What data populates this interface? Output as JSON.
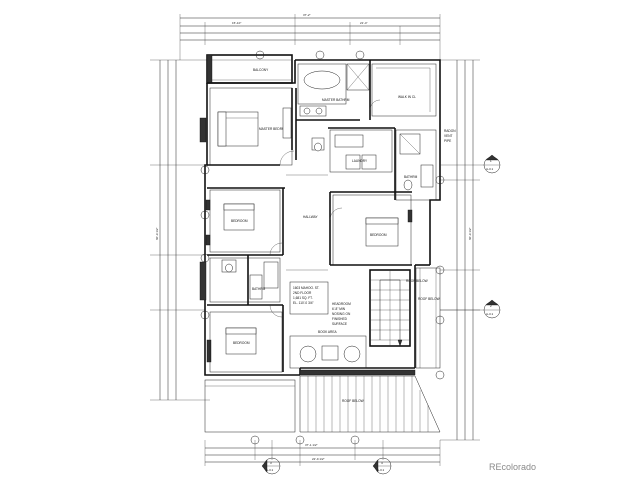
{
  "watermark": "REcolorado",
  "rooms": {
    "balcony": "BALCONY",
    "master_bath": "MASTER BATHRM",
    "walk_in_cl": "WALK IN CL",
    "master_bedrm": "MASTER BEDRM",
    "laundry": "LAUNDRY",
    "bathrm": "BATHRM",
    "bedroom_1": "BEDROOM",
    "bedroom_2": "BEDROOM",
    "bedroom_3": "BEDROOM",
    "hallway": "HALLWAY",
    "bathrm_2": "BATHRM",
    "book_area": "BOOK AREA",
    "roof_below_1": "ROOF BELOW",
    "roof_below_2": "ROOF BELOW",
    "roof_below_3": "ROOF BELOW"
  },
  "notes": {
    "floor_info": [
      "1603 MAHOO. ST.",
      "2ND FLOOR",
      "1,681 SQ. FT.",
      "EL. 110'-0 3/4\""
    ],
    "headroom": [
      "HEADROOM",
      "6'-8\" MIN",
      "NOSING ON",
      "FINISHED",
      "SURFACE"
    ],
    "radon": [
      "RADON",
      "VENT",
      "PIPE"
    ]
  },
  "dimensions": {
    "top_overall": "37'-2\"",
    "top_left": "15'-10\"",
    "top_right": "21'-4\"",
    "bottom_overall": "37'-1 1/2\"",
    "bottom_mid": "22'-9 1/2\"",
    "left_overall": "60'-9 1/2\"",
    "right_overall": "60'-9 1/2\""
  },
  "section_markers": [
    {
      "code": "A-3.1",
      "num": "1"
    },
    {
      "code": "A-3.1",
      "num": "2"
    },
    {
      "code": "A-3.1",
      "num": "3"
    },
    {
      "code": "A-3.1",
      "num": "4"
    }
  ]
}
